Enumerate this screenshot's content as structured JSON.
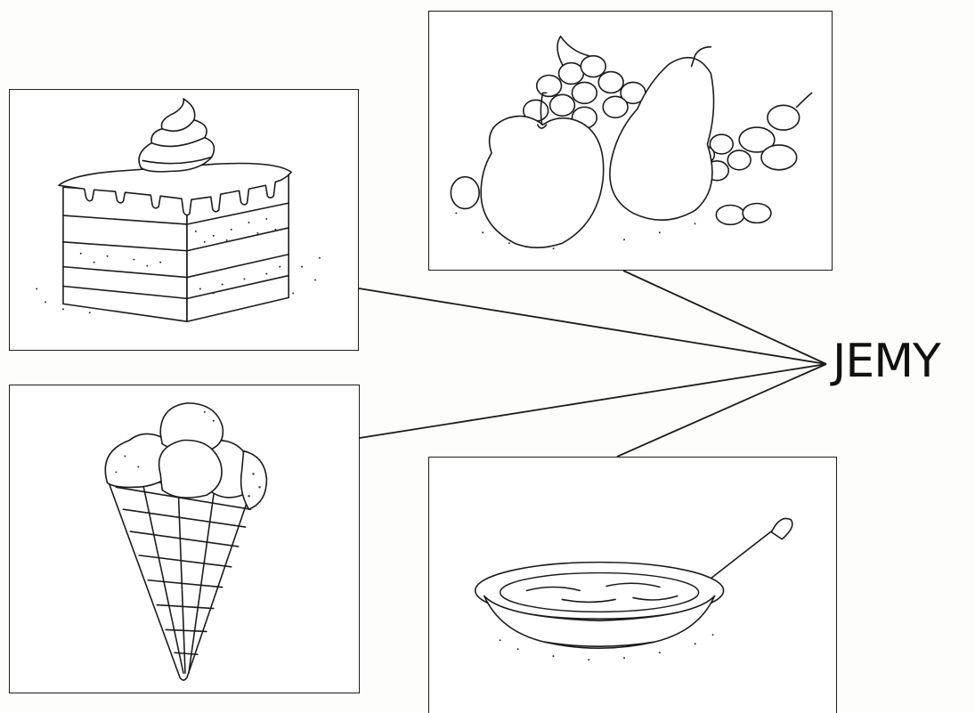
{
  "label": {
    "text": "JEMY"
  },
  "panels": [
    {
      "icon": "cake-illustration"
    },
    {
      "icon": "fruit-illustration"
    },
    {
      "icon": "ice-cream-illustration"
    },
    {
      "icon": "soup-bowl-illustration"
    }
  ],
  "colors": {
    "ink": "#1a1a1a",
    "paper": "#fdfdfb"
  }
}
